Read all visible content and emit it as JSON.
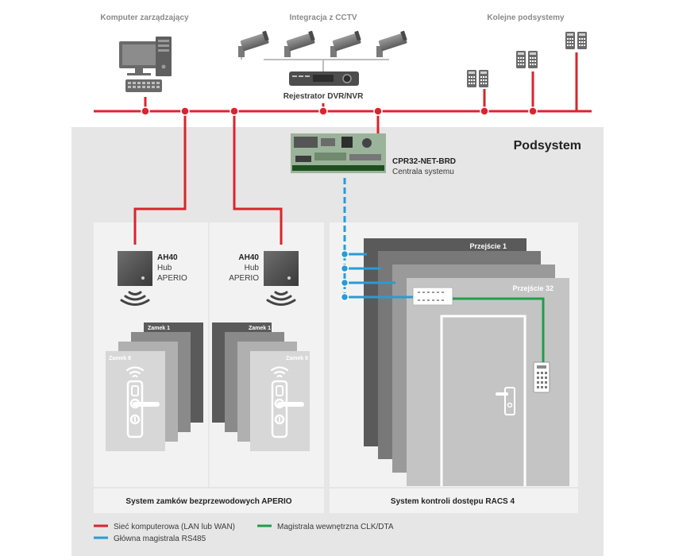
{
  "top": {
    "computer_label": "Komputer zarządzający",
    "cctv_label": "Integracja z CCTV",
    "subsystems_label": "Kolejne podsystemy",
    "recorder_label": "Rejestrator DVR/NVR"
  },
  "subsystem": {
    "title": "Podsystem",
    "controller_model": "CPR32-NET-BRD",
    "controller_desc": "Centrala systemu"
  },
  "aperio": {
    "hub_left": {
      "model": "AH40",
      "line1": "Hub",
      "line2": "APERIO"
    },
    "hub_right": {
      "model": "AH40",
      "line1": "Hub",
      "line2": "APERIO"
    },
    "lock_first_label": "Zamek 1",
    "lock_last_label": "Zamek 8",
    "caption": "System zamków bezprzewodowych APERIO"
  },
  "racs": {
    "passage_first": "Przejście 1",
    "passage_last": "Przejście 32",
    "caption": "System kontroli dostępu RACS 4"
  },
  "legend": [
    {
      "color": "#d9242f",
      "label": "Sieć komputerowa (LAN lub WAN)"
    },
    {
      "color": "#2a9bd6",
      "label": "Główna magistrala RS485"
    },
    {
      "color": "#1f9e4a",
      "label": "Magistrala wewnętrzna CLK/DTA"
    }
  ],
  "colors": {
    "lan": "#d9242f",
    "rs485": "#2a9bd6",
    "clk_dta": "#1f9e4a",
    "panel_bg": "#e6e6e6",
    "section_bg": "#f2f2f2"
  }
}
